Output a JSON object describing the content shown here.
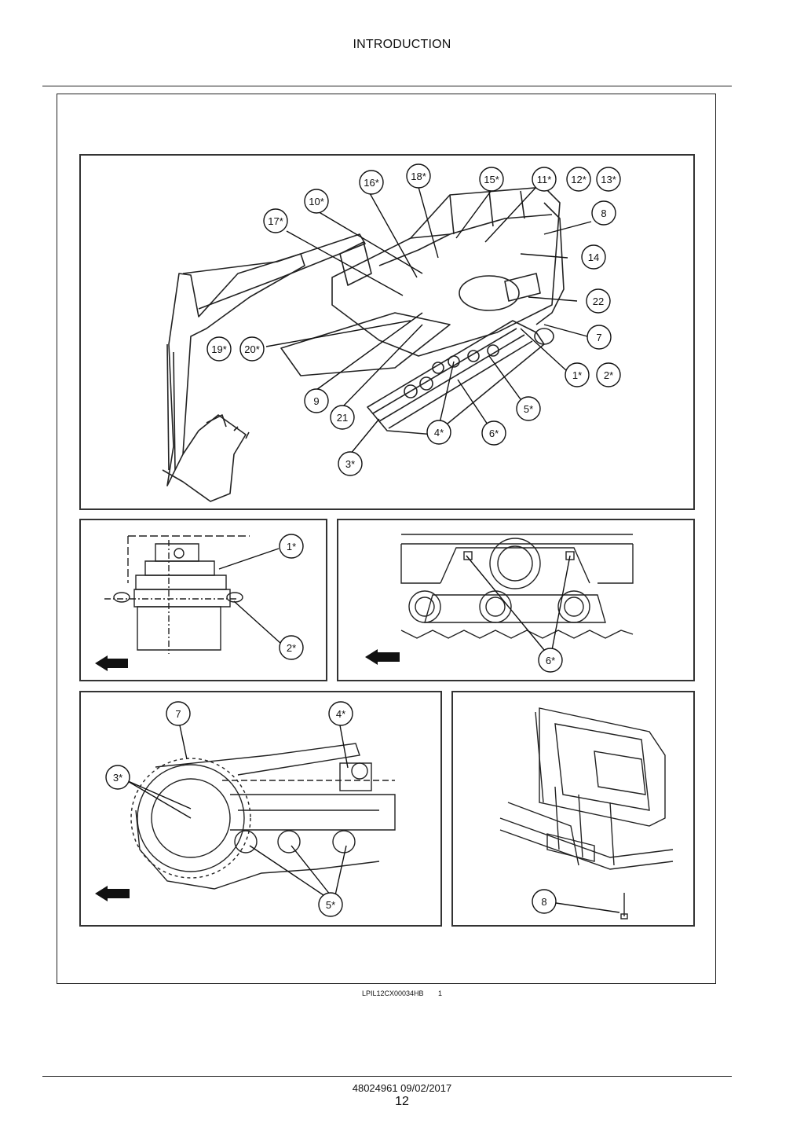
{
  "header": {
    "title": "INTRODUCTION"
  },
  "figure": {
    "code": "LPIL12CX00034HB",
    "number": "1",
    "main_callouts": [
      "16*",
      "18*",
      "15*",
      "11*",
      "12*",
      "13*",
      "10*",
      "17*",
      "8",
      "14",
      "22",
      "7",
      "19*",
      "20*",
      "1*",
      "2*",
      "9",
      "5*",
      "21",
      "4*",
      "6*",
      "3*"
    ],
    "final_drive_callouts": [
      "1*",
      "2*"
    ],
    "track_roller_callouts": [
      "6*"
    ],
    "track_frame_callouts": [
      "7",
      "4*",
      "3*",
      "5*"
    ],
    "counterweight_callouts": [
      "8"
    ]
  },
  "footer": {
    "doc_ref": "48024961 09/02/2017",
    "page_number": "12"
  }
}
